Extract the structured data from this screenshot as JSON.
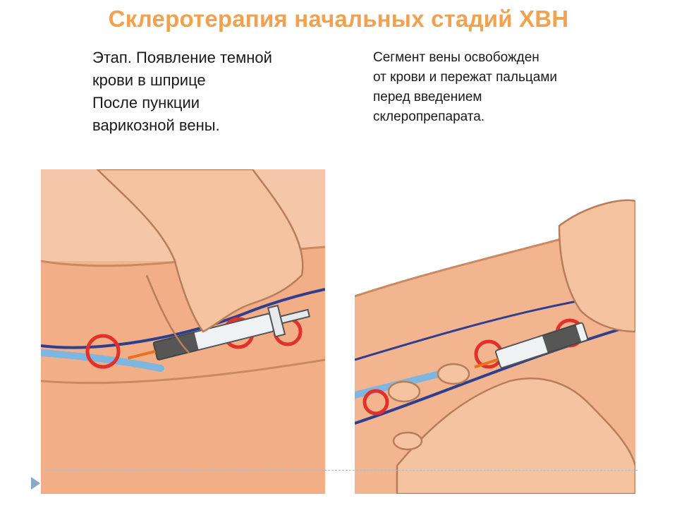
{
  "slide": {
    "title": "Склеротерапия начальных стадий ХВН"
  },
  "left_panel": {
    "caption": "Этап. Появление темной\nкрови в шприце\nПосле пункции\nварикозной вены."
  },
  "right_panel": {
    "caption": "Сегмент вены освобожден\nот крови и пережат пальцами\nперед введением\nсклеропрепарата."
  },
  "colors": {
    "title": "#f0a24e",
    "skin": "#f2b58f",
    "vein_blue": "#7fb6e0",
    "vein_dark": "#2d3f8e",
    "marker_red": "#e0322a"
  }
}
